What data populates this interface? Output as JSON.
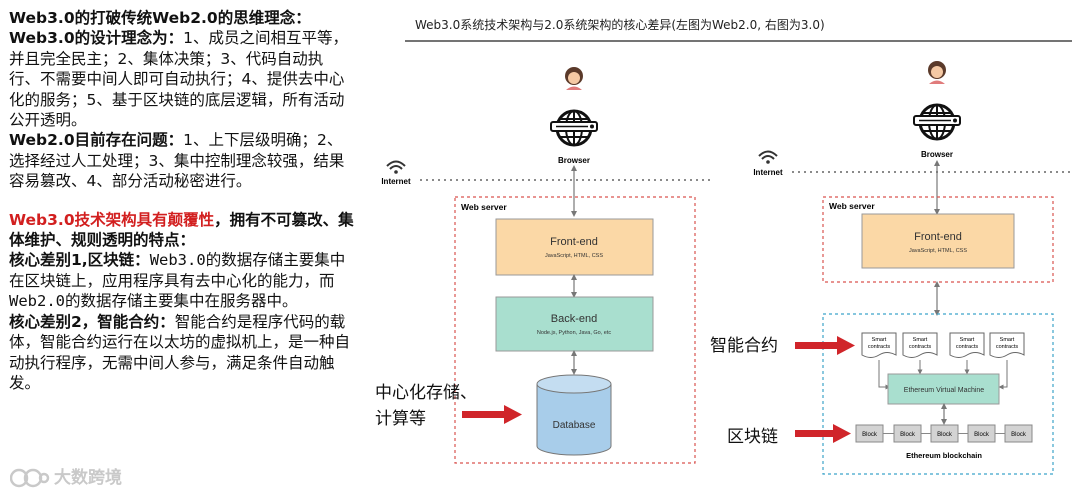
{
  "left_panel": {
    "heading": "Web3.0的打破传统Web2.0的思维理念：",
    "web3_concept_label": "Web3.0的设计理念为：",
    "web3_concept_text": "1、成员之间相互平等，并且完全民主；2、集体决策；3、代码自动执行、不需要中间人即可自动执行；4、提供去中心化的服务；5、基于区块链的底层逻辑，所有活动公开透明。",
    "web2_problem_label": "Web2.0目前存在问题：",
    "web2_problem_text": "1、上下层级明确；2、选择经过人工处理；3、集中控制理念较强，结果容易篡改、4、部分活动秘密进行。",
    "disruptive_red": "Web3.0技术架构具有颠覆性",
    "disruptive_rest": "，拥有不可篡改、集体维护、规则透明的特点：",
    "diff1_label": "核心差别1,区块链：",
    "diff1_text_a": "Web3.0",
    "diff1_text_b": "的数据存储主要集中在区块链上，应用程序具有去中心化的能力，而",
    "diff1_text_c": "Web2.0",
    "diff1_text_d": "的数据存储主要集中在服务器中。",
    "diff2_label": "核心差别2，智能合约：",
    "diff2_text": "智能合约是程序代码的载体，智能合约运行在以太坊的虚拟机上，是一种自动执行程序，无需中间人参与，满足条件自动触发。"
  },
  "watermark": "大数跨境",
  "diagram": {
    "caption": "Web3.0系统技术架构与2.0系统架构的核心差异(左图为Web2.0, 右图为3.0)",
    "left": {
      "browser": "Browser",
      "internet": "Internet",
      "web_server": "Web server",
      "frontend": "Front-end",
      "frontend_sub": "JavaScript, HTML, CSS",
      "backend": "Back-end",
      "backend_sub": "Node.js, Python, Java, Go, etc",
      "database": "Database",
      "annotation_line1": "中心化存储、",
      "annotation_line2": "计算等"
    },
    "right": {
      "browser": "Browser",
      "internet": "Internet",
      "web_server": "Web server",
      "frontend": "Front-end",
      "frontend_sub": "JavaScript, HTML, CSS",
      "smart_contract_line1": "Smart",
      "smart_contract_line2": "contracts",
      "evm": "Ethereum Virtual Machine",
      "block": "Block",
      "blockchain": "Ethereum blockchain",
      "annotation_smart": "智能合约",
      "annotation_chain": "区块链"
    },
    "colors": {
      "frontend_fill": "#fbd8a6",
      "backend_fill": "#a9dfcf",
      "database_fill": "#a8cdea",
      "evm_fill": "#a9dfcf",
      "annotation_red": "#d0252a",
      "dashed_red": "#d9534f",
      "dashed_blue": "#3ca3c9"
    }
  }
}
